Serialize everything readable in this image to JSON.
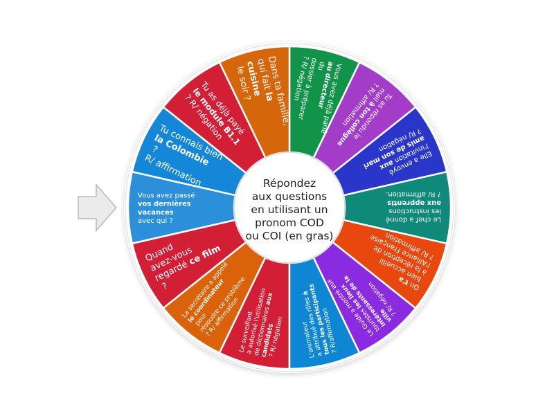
{
  "wheel": {
    "center_text": [
      "Répondez",
      "aux questions",
      "en utilisant un",
      "pronom COD",
      "ou COI (en gras)"
    ],
    "pointer": "arrow-pointer",
    "segments": [
      {
        "color": "#2b8fd9",
        "lines": [
          [
            "Vous avez passé",
            ""
          ],
          [
            "",
            "vos dernières"
          ],
          [
            "",
            "vacances"
          ],
          [
            "avec qui ?",
            ""
          ]
        ],
        "size": 10
      },
      {
        "color": "#d21f36",
        "lines": [
          [
            "Quand",
            ""
          ],
          [
            "avez-vous",
            ""
          ],
          [
            "regardé ",
            "ce film"
          ],
          [
            " ?",
            ""
          ]
        ],
        "size": 13
      },
      {
        "color": "#d9620b",
        "lines": [
          [
            "La secrétaire a appelé",
            ""
          ],
          [
            "",
            "le coordinateur"
          ],
          [
            " pour",
            ""
          ],
          [
            "résoudre ce problème",
            ""
          ],
          [
            "? R/ affirmation",
            ""
          ]
        ],
        "size": 9
      },
      {
        "color": "#d21f36",
        "lines": [
          [
            "Le surveillant",
            ""
          ],
          [
            "a autorisé l'utilisation",
            ""
          ],
          [
            "de dictionnaires ",
            "aux"
          ],
          [
            "",
            "candidats"
          ],
          [
            " ? R/ négation",
            ""
          ]
        ],
        "size": 9
      },
      {
        "color": "#0e86d4",
        "lines": [
          [
            "L'animateur",
            ""
          ],
          [
            "a attribué des rôles ",
            "à"
          ],
          [
            "",
            "tous les participants"
          ],
          [
            "? R/affirmation",
            ""
          ]
        ],
        "size": 9
      },
      {
        "color": "#8a2be2",
        "lines": [
          [
            "Le Guide a montré aux",
            ""
          ],
          [
            "touristes ",
            "les lieux"
          ],
          [
            "",
            "intéressants de la"
          ],
          [
            "",
            "ville"
          ],
          [
            " ? R/ négation",
            ""
          ]
        ],
        "size": 9
      },
      {
        "color": "#e8470d",
        "lines": [
          [
            "On ",
            "t'a"
          ],
          [
            " bien accueilli",
            ""
          ],
          [
            "à la réception de",
            ""
          ],
          [
            "l'Alliance Française",
            ""
          ],
          [
            "? R/ affirmation",
            ""
          ]
        ],
        "size": 10
      },
      {
        "color": "#0f8a7a",
        "lines": [
          [
            "Le chef a donné",
            ""
          ],
          [
            "les instructions",
            ""
          ],
          [
            "",
            "aux apprentis"
          ],
          [
            "? R/ affirmation.",
            ""
          ]
        ],
        "size": 10
      },
      {
        "color": "#2a36c9",
        "lines": [
          [
            "Elle a envoyé",
            ""
          ],
          [
            "l'invitation ",
            "aux"
          ],
          [
            "",
            "amis de son mari"
          ],
          [
            "? R/ négation",
            ""
          ]
        ],
        "size": 10
      },
      {
        "color": "#a33cc8",
        "lines": [
          [
            "Tu as répondu le",
            ""
          ],
          [
            "mail ",
            "à ton collègue"
          ],
          [
            "? R/ affirmation",
            ""
          ]
        ],
        "size": 10
      },
      {
        "color": "#11944a",
        "lines": [
          [
            "Vous avez déjà parlé",
            ""
          ],
          [
            "",
            "au directeur"
          ],
          [
            " du",
            ""
          ],
          [
            "dossier à préparer",
            ""
          ],
          [
            "? R/ négation",
            ""
          ]
        ],
        "size": 10
      },
      {
        "color": "#d6660a",
        "lines": [
          [
            "Dans ta famille,",
            ""
          ],
          [
            "qui fait ",
            "la"
          ],
          [
            "",
            "cuisine"
          ],
          [
            " le soir ?",
            ""
          ]
        ],
        "size": 13
      },
      {
        "color": "#d21f36",
        "lines": [
          [
            "Tu as déjà payé",
            ""
          ],
          [
            "",
            "le module B1.1"
          ],
          [
            "? R/ négation",
            ""
          ]
        ],
        "size": 12
      },
      {
        "color": "#1487d8",
        "lines": [
          [
            "Tu connais bien",
            ""
          ],
          [
            "",
            "la Colombie"
          ],
          [
            " ?",
            ""
          ],
          [
            "R/ affirmation",
            ""
          ]
        ],
        "size": 13
      }
    ]
  }
}
